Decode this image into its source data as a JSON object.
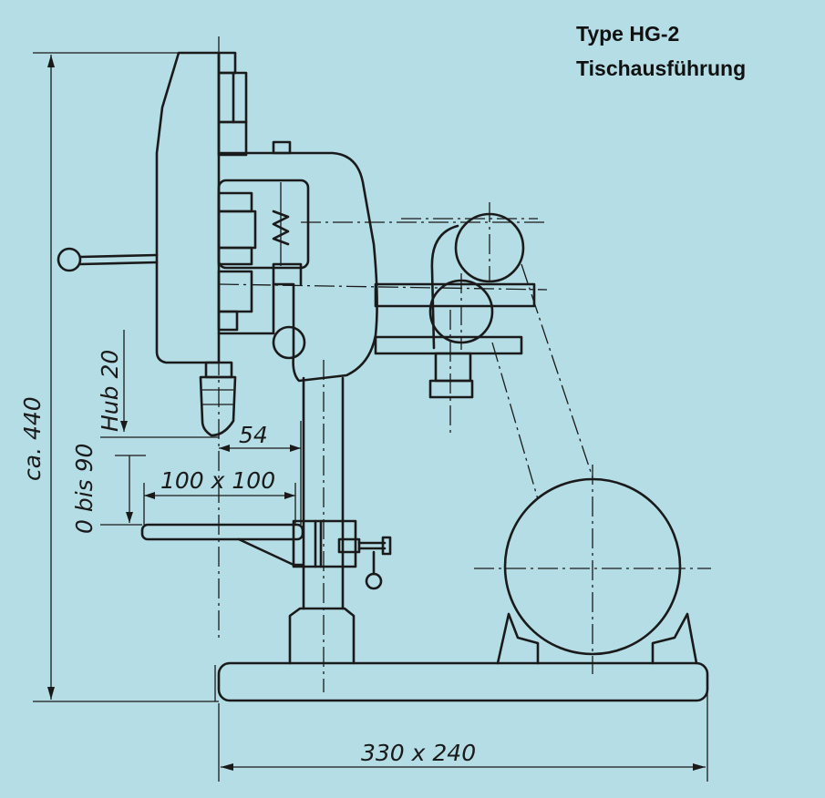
{
  "header": {
    "type_label": "Type HG-2",
    "variant_label": "Tischausführung"
  },
  "dimensions": {
    "total_height": "ca. 440",
    "stroke": "Hub 20",
    "table_travel": "0 bis 90",
    "spindle_offset": "54",
    "table_size": "100 x 100",
    "base_size": "330 x 240"
  },
  "colors": {
    "background": "#b5dde6",
    "ink": "#1a1a1a"
  }
}
